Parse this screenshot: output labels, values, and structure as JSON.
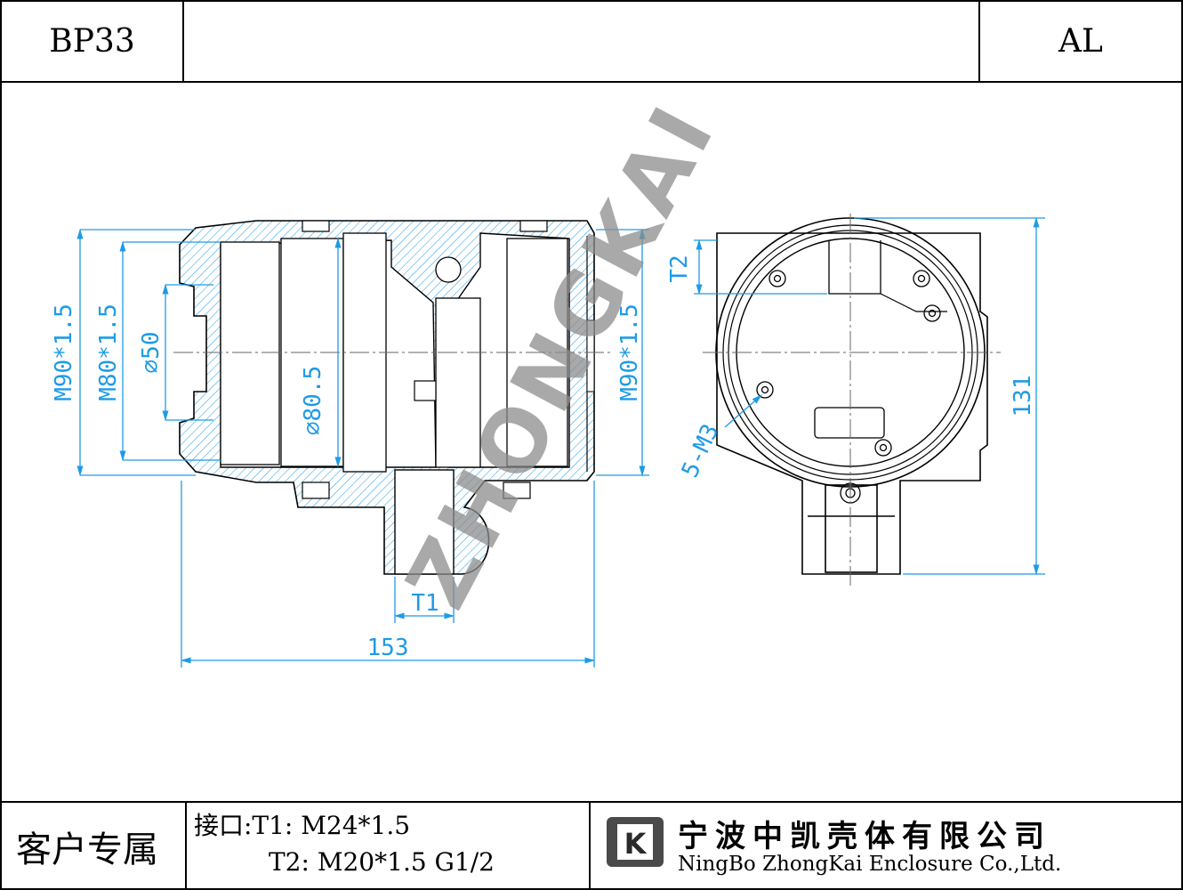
{
  "header": {
    "model_code": "BP33",
    "material": "AL"
  },
  "drawing": {
    "dims": {
      "m90_left": "M90*1.5",
      "m80": "M80*1.5",
      "d50": "⌀50",
      "d80": "⌀80.5",
      "m90_right": "M90*1.5",
      "t1": "T1",
      "width": "153",
      "t2": "T2",
      "height": "131",
      "screws": "5-M3"
    },
    "watermark": "ZHONGKAI"
  },
  "footer": {
    "customer_label": "客户专属",
    "ports_line1": "接口:T1: M24*1.5",
    "ports_line2": "T2: M20*1.5 G1/2",
    "company_cn": "宁波中凯壳体有限公司",
    "company_en": "NingBo ZhongKai Enclosure Co.,Ltd.",
    "logo_letter": "K"
  },
  "colors": {
    "dimension": "#1e9be6",
    "line": "#000000",
    "hatch": "#1e9be6",
    "watermark": "#8c8c8c"
  }
}
